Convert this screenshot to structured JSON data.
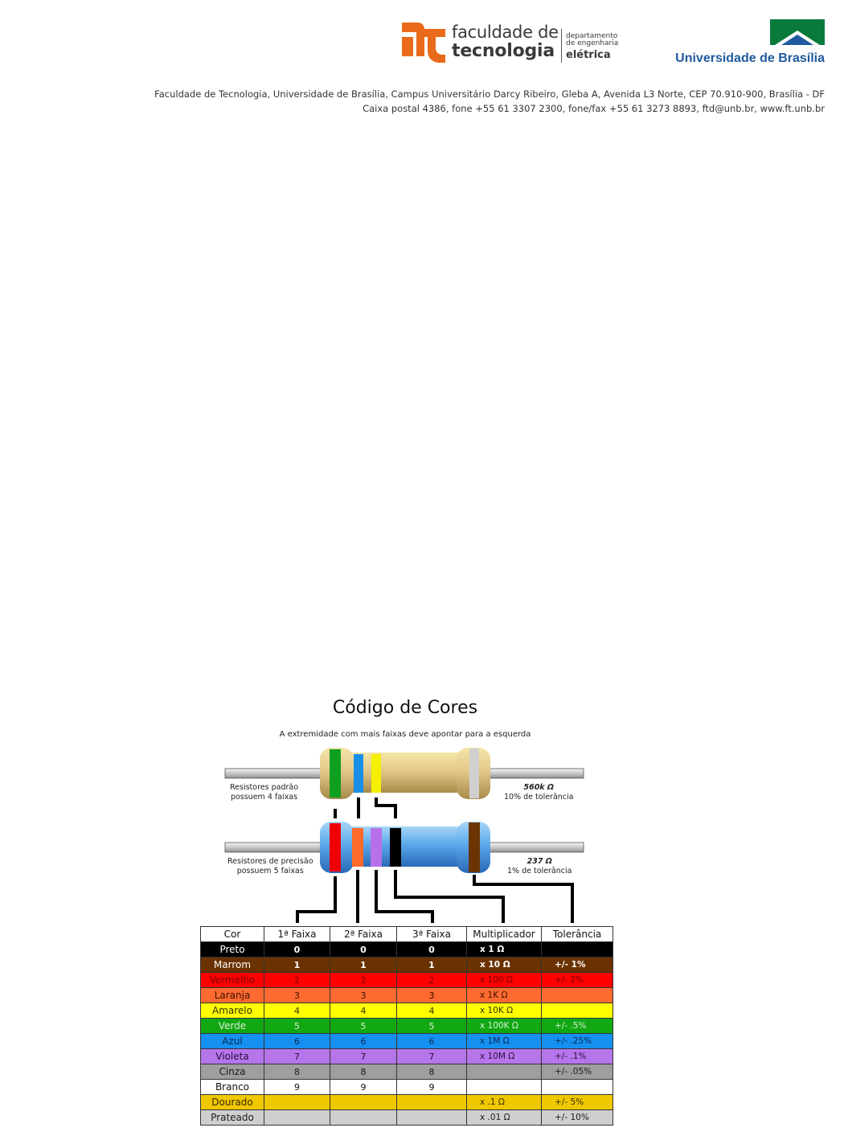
{
  "header": {
    "ft_line1": "faculdade de",
    "ft_line2": "tecnologia",
    "dept_line1": "departamento",
    "dept_line2": "de engenharia",
    "dept_line3": "elétrica",
    "unb_name": "Universidade de Brasília",
    "address_line1": "Faculdade de Tecnologia, Universidade de Brasília, Campus Universitário Darcy Ribeiro, Gleba A, Avenida L3 Norte, CEP 70.910-900, Brasília - DF",
    "address_line2": "Caixa postal 4386, fone +55 61 3307 2300, fone/fax +55 61 3273 8893, ftd@unb.br, www.ft.unb.br",
    "brand_colors": {
      "ft_orange": "#e86a1a",
      "unb_green": "#0a7a3c",
      "unb_blue": "#1f5a9e"
    }
  },
  "figure": {
    "title": "Código de Cores",
    "subtitle": "A extremidade com mais faixas deve apontar para a esquerda",
    "resistor4": {
      "label": "Resistores padrão possuem 4 faixas",
      "label_line1": "Resistores padrão",
      "label_line2": "possuem 4 faixas",
      "value": "560k Ω",
      "tolerance_text": "10% de tolerância",
      "bands": [
        "#10a020",
        "#1a8fe8",
        "#f4f000",
        "#d0d0d0"
      ]
    },
    "resistor5": {
      "label_line1": "Resistores de precisão",
      "label_line2": "possuem 5 faixas",
      "value": "237 Ω",
      "tolerance_text": "1% de tolerância",
      "bands": [
        "#ee0000",
        "#ff6a2a",
        "#b870e8",
        "#000000",
        "#6a3500"
      ]
    }
  },
  "table": {
    "headers": [
      "Cor",
      "1ª Faixa",
      "2ª Faixa",
      "3ª Faixa",
      "Multiplicador",
      "Tolerância"
    ],
    "rows": [
      {
        "name": "Preto",
        "d1": "0",
        "d2": "0",
        "d3": "0",
        "mult": "x 1 Ω",
        "tol": "",
        "bg": "#000000",
        "fg": "#ffffff"
      },
      {
        "name": "Marrom",
        "d1": "1",
        "d2": "1",
        "d3": "1",
        "mult": "x 10 Ω",
        "tol": "+/-  1%",
        "bg": "#6a3200",
        "fg": "#ffffff"
      },
      {
        "name": "Vermelho",
        "d1": "2",
        "d2": "2",
        "d3": "2",
        "mult": "x 100 Ω",
        "tol": "+/-  2%",
        "bg": "#ff0000",
        "fg": "#7a0000"
      },
      {
        "name": "Laranja",
        "d1": "3",
        "d2": "3",
        "d3": "3",
        "mult": "x 1K Ω",
        "tol": "",
        "bg": "#ff6a30",
        "fg": "#3a1000"
      },
      {
        "name": "Amarelo",
        "d1": "4",
        "d2": "4",
        "d3": "4",
        "mult": "x 10K Ω",
        "tol": "",
        "bg": "#ffff00",
        "fg": "#333300"
      },
      {
        "name": "Verde",
        "d1": "5",
        "d2": "5",
        "d3": "5",
        "mult": "x 100K Ω",
        "tol": "+/-  .5%",
        "bg": "#12a812",
        "fg": "#d8f0d8"
      },
      {
        "name": "Azul",
        "d1": "6",
        "d2": "6",
        "d3": "6",
        "mult": "x 1M Ω",
        "tol": "+/-  .25%",
        "bg": "#1590f0",
        "fg": "#0a2a55"
      },
      {
        "name": "Violeta",
        "d1": "7",
        "d2": "7",
        "d3": "7",
        "mult": "x 10M Ω",
        "tol": "+/-  .1%",
        "bg": "#b675ea",
        "fg": "#2a1040"
      },
      {
        "name": "Cinza",
        "d1": "8",
        "d2": "8",
        "d3": "8",
        "mult": "",
        "tol": "+/-  .05%",
        "bg": "#9e9e9e",
        "fg": "#1a1a1a"
      },
      {
        "name": "Branco",
        "d1": "9",
        "d2": "9",
        "d3": "9",
        "mult": "",
        "tol": "",
        "bg": "#ffffff",
        "fg": "#111111"
      },
      {
        "name": "Dourado",
        "d1": "",
        "d2": "",
        "d3": "",
        "mult": "x .1 Ω",
        "tol": "+/-  5%",
        "bg": "#f0c800",
        "fg": "#3a2a00"
      },
      {
        "name": "Prateado",
        "d1": "",
        "d2": "",
        "d3": "",
        "mult": "x .01 Ω",
        "tol": "+/-  10%",
        "bg": "#cfcfcf",
        "fg": "#1a1a1a"
      }
    ]
  }
}
